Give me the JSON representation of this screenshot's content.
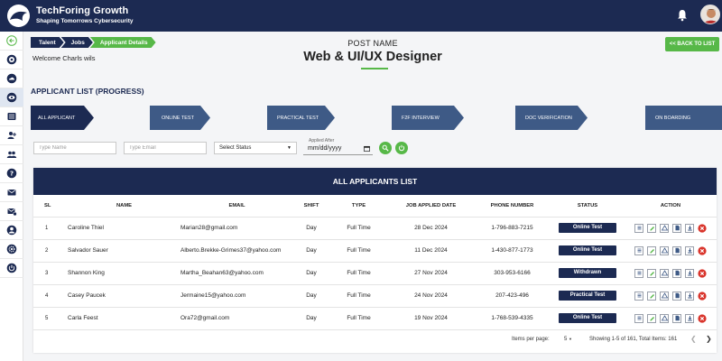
{
  "header": {
    "brand_title": "TechForing Growth",
    "brand_subtitle": "Shaping Tomorrows Cybersecurity"
  },
  "breadcrumb": [
    "Talent",
    "Jobs",
    "Applicant Details"
  ],
  "welcome": "Welcome Charls wils",
  "post": {
    "label": "POST NAME",
    "title": "Web & UI/UX Designer"
  },
  "back_button": "<< BACK TO LIST",
  "section_title": "APPLICANT LIST (PROGRESS)",
  "stages": [
    "ALL APPLICANT",
    "ONLINE TEST",
    "PRACTICAL TEST",
    "F2F INTERVIEW",
    "DOC VERIFICATION",
    "ON BOARDING"
  ],
  "filters": {
    "name_placeholder": "Type Name",
    "email_placeholder": "Type Email",
    "status_select": "Select Status",
    "date_label": "Applied After",
    "date_placeholder": "mm/dd/yyyy"
  },
  "table": {
    "title": "ALL APPLICANTS LIST",
    "headers": [
      "SL",
      "NAME",
      "EMAIL",
      "SHIFT",
      "TYPE",
      "JOB APPLIED DATE",
      "PHONE NUMBER",
      "STATUS",
      "ACTION"
    ],
    "rows": [
      {
        "sl": "1",
        "name": "Caroline Thiel",
        "email": "Marian28@gmail.com",
        "shift": "Day",
        "type": "Full Time",
        "date": "28 Dec 2024",
        "phone": "1-796-883-7215",
        "status": "Online Test"
      },
      {
        "sl": "2",
        "name": "Salvador Sauer",
        "email": "Alberto.Brekke-Grimes37@yahoo.com",
        "shift": "Day",
        "type": "Full Time",
        "date": "11 Dec 2024",
        "phone": "1-430-877-1773",
        "status": "Online Test"
      },
      {
        "sl": "3",
        "name": "Shannon King",
        "email": "Martha_Beahan63@yahoo.com",
        "shift": "Day",
        "type": "Full Time",
        "date": "27 Nov 2024",
        "phone": "303-953-6166",
        "status": "Withdrawn"
      },
      {
        "sl": "4",
        "name": "Casey Paucek",
        "email": "Jermaine15@yahoo.com",
        "shift": "Day",
        "type": "Full Time",
        "date": "24 Nov 2024",
        "phone": "207-423-496",
        "status": "Practical Test"
      },
      {
        "sl": "5",
        "name": "Carla Feest",
        "email": "Ora72@gmail.com",
        "shift": "Day",
        "type": "Full Time",
        "date": "19 Nov 2024",
        "phone": "1-768-539-4335",
        "status": "Online Test"
      }
    ]
  },
  "pagination": {
    "items_per_page_label": "Items per page:",
    "page_size": "5",
    "range": "Showing 1-5 of 161, Total Items: 161"
  },
  "colors": {
    "navy": "#1c2a52",
    "green": "#57b848",
    "stage": "#3e5a86",
    "delete": "#d9342b"
  }
}
